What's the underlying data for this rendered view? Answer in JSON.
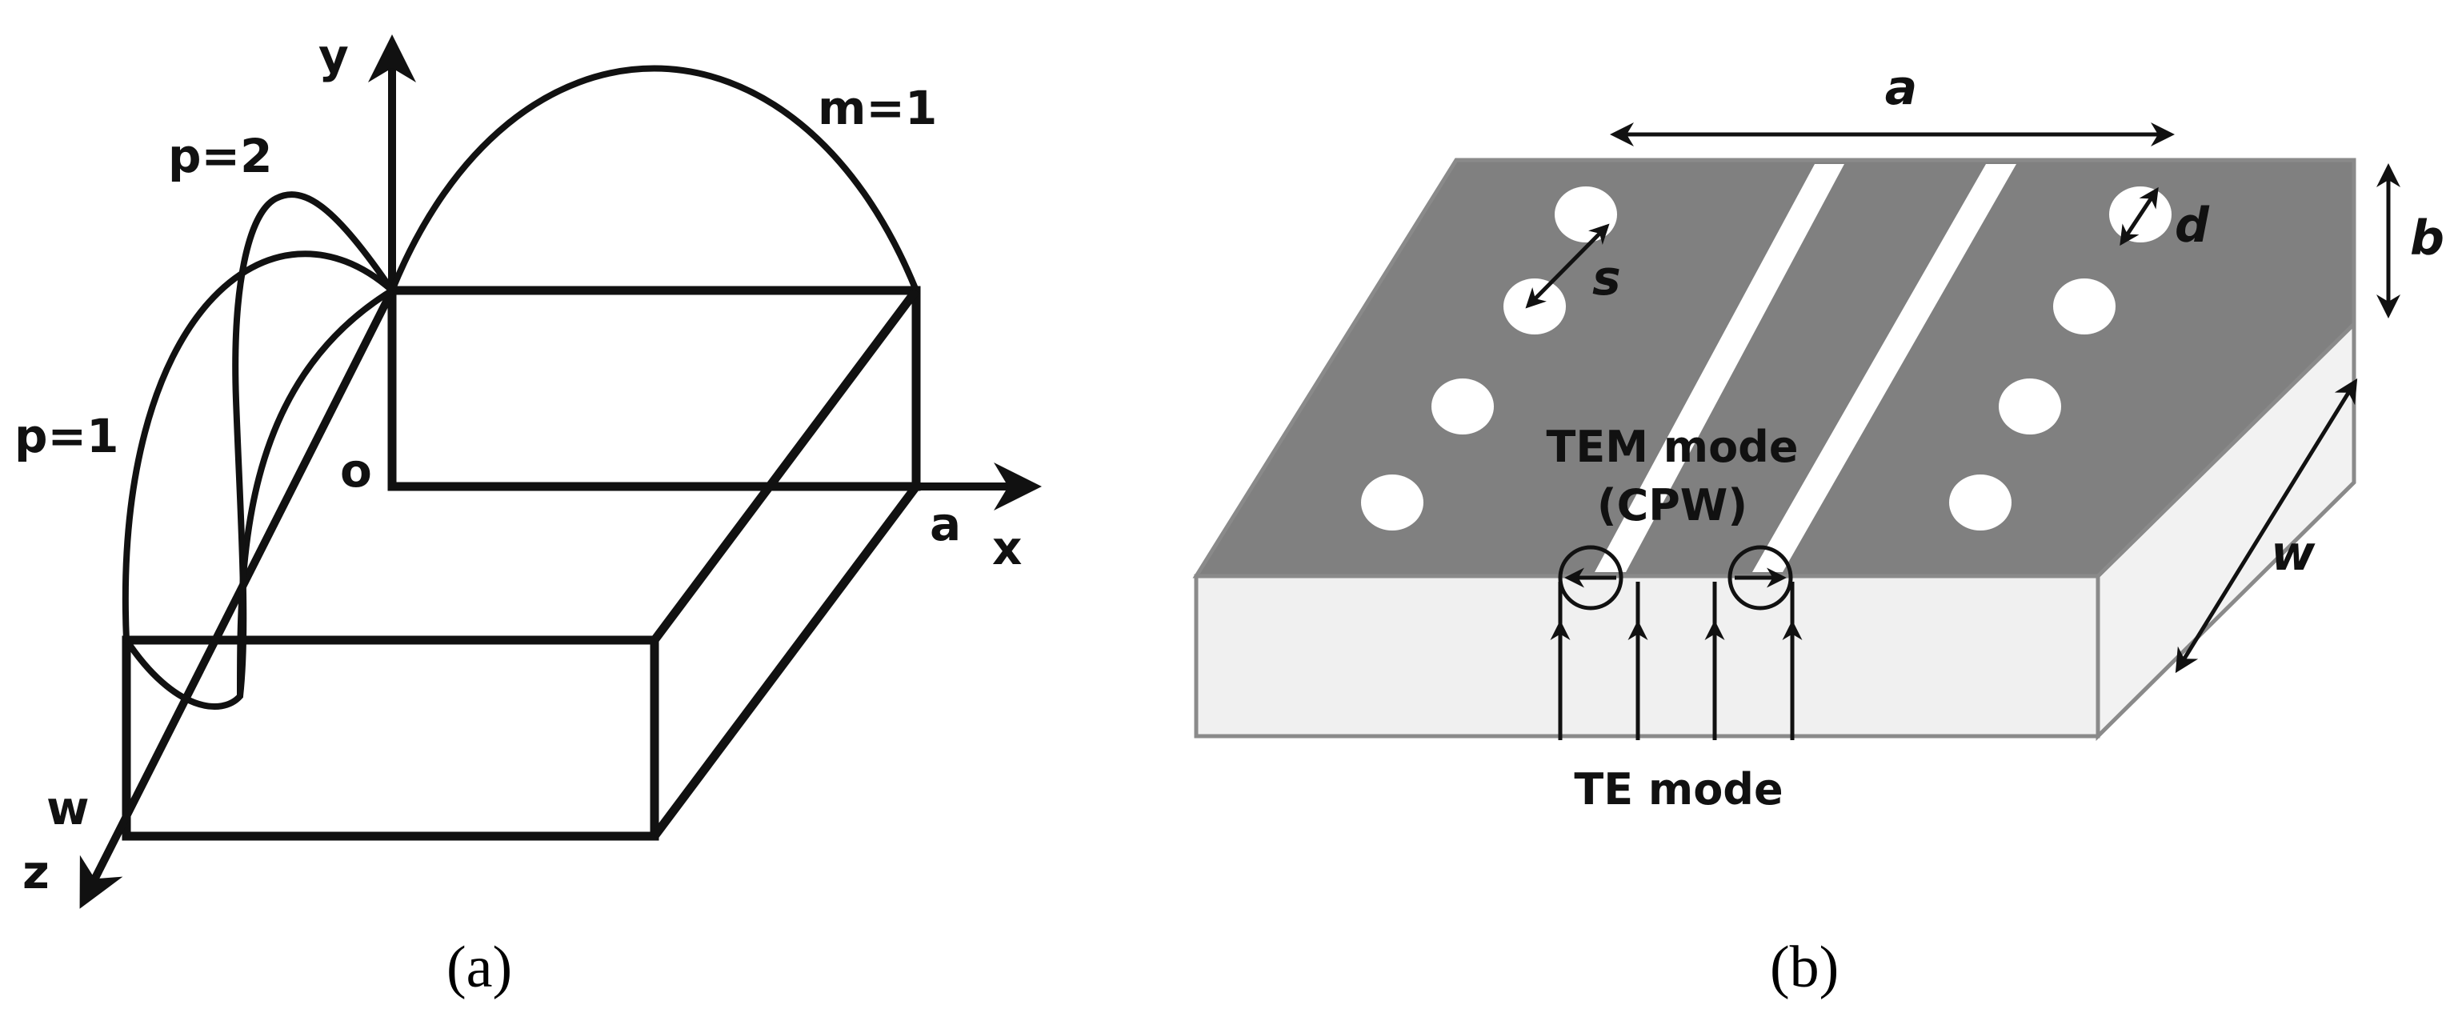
{
  "panel_a": {
    "caption": "(a)",
    "axes": {
      "y": "y",
      "x": "x",
      "z": "z",
      "origin": "o",
      "a": "a",
      "w": "w"
    },
    "modes": {
      "m1": "m=1",
      "p2": "p=2",
      "p1": "p=1"
    }
  },
  "panel_b": {
    "caption": "(b)",
    "dims": {
      "a": "a",
      "b": "b",
      "d": "d",
      "s": "s",
      "w": "w"
    },
    "tem_line1": "TEM mode",
    "tem_line2": "(CPW)",
    "te_label": "TE mode"
  },
  "colors": {
    "metal": "#808080",
    "substrate": "#f0f0f0",
    "substrate_edge": "#888888",
    "ink": "#111111"
  }
}
